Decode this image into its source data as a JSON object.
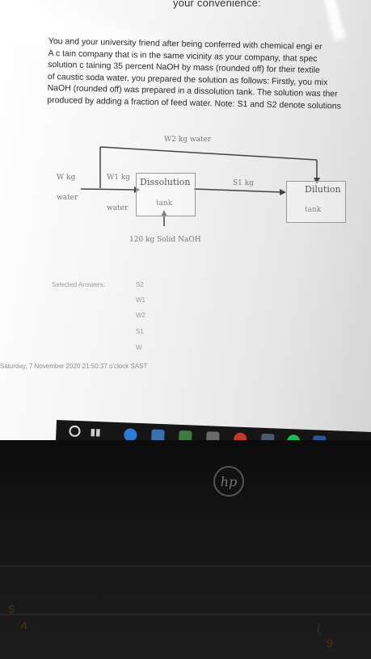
{
  "header_text": "your convenience:",
  "paragraph": [
    "You and your university friend after being conferred with chemical engi    er",
    "A c  tain company that is in the same vicinity as your company, that spec",
    "solution c  taining 35 percent NaOH by mass (rounded off) for their textile",
    "of caustic soda    water, you prepared the solution as follows: Firstly, you mix",
    "NaOH (rounded off) was prepared in a dissolution tank. The solution was ther",
    "produced by adding a fraction of feed water. Note: S1 and S2 denote solutions"
  ],
  "diagram": {
    "w2_label": "W2 kg water",
    "w_label": "W kg",
    "w_sub": "water",
    "w1_label": "W1 kg",
    "w1_sub": "water",
    "dissolution_title": "Dissolution",
    "dissolution_sub": "tank",
    "s1_label": "S1 kg",
    "dilution_title": "Dilution",
    "dilution_sub": "tank",
    "naoh_label": "120 kg Solid NaOH"
  },
  "answers": {
    "label": "Selected Answers:",
    "items": [
      "S2",
      "W1",
      "W2",
      "S1",
      "W"
    ]
  },
  "timestamp": "Saturday, 7 November 2020 21:50:37 o'clock SAST",
  "laptop_logo": "hp",
  "keys": [
    "$",
    "4",
    "9",
    "("
  ],
  "colors": {
    "edge": "#2b7bd6",
    "spotify": "#1db954",
    "word": "#2b579a",
    "accent_red": "#c0392b"
  }
}
